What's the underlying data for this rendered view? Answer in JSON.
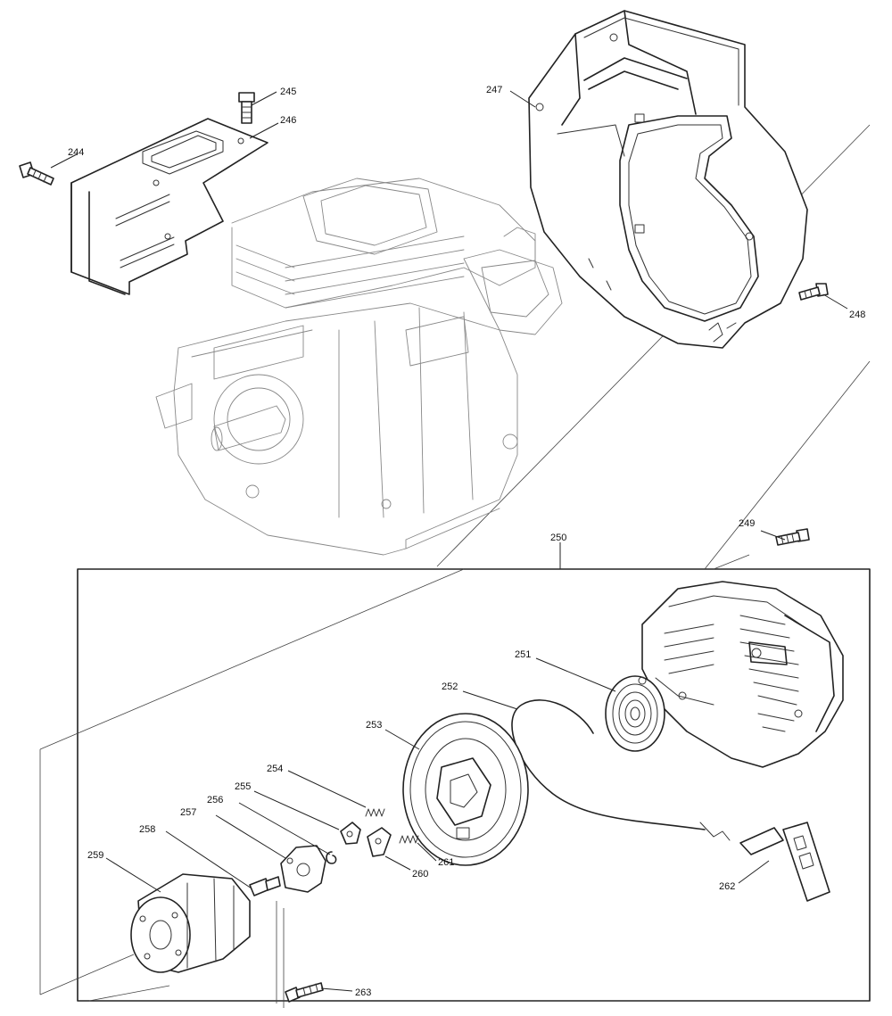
{
  "diagram": {
    "callouts": [
      {
        "id": "244",
        "label": "244"
      },
      {
        "id": "245",
        "label": "245"
      },
      {
        "id": "246",
        "label": "246"
      },
      {
        "id": "247",
        "label": "247"
      },
      {
        "id": "248",
        "label": "248"
      },
      {
        "id": "249",
        "label": "249"
      },
      {
        "id": "250",
        "label": "250"
      },
      {
        "id": "251",
        "label": "251"
      },
      {
        "id": "252",
        "label": "252"
      },
      {
        "id": "253",
        "label": "253"
      },
      {
        "id": "254",
        "label": "254"
      },
      {
        "id": "255",
        "label": "255"
      },
      {
        "id": "256",
        "label": "256"
      },
      {
        "id": "257",
        "label": "257"
      },
      {
        "id": "258",
        "label": "258"
      },
      {
        "id": "259",
        "label": "259"
      },
      {
        "id": "260",
        "label": "260"
      },
      {
        "id": "261",
        "label": "261"
      },
      {
        "id": "262",
        "label": "262"
      },
      {
        "id": "263",
        "label": "263"
      }
    ]
  }
}
